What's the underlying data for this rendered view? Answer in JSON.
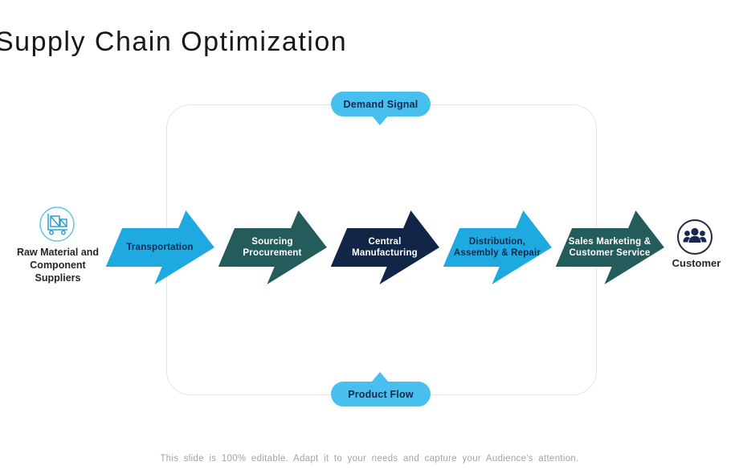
{
  "slide": {
    "title": "Supply Chain Optimization",
    "footer": "This slide is 100% editable. Adapt it to your needs and capture your Audience's attention."
  },
  "badges": {
    "top": {
      "label": "Demand Signal"
    },
    "bottom": {
      "label": "Product Flow"
    }
  },
  "endpoints": {
    "source": {
      "label": "Raw Material and\nComponent\nSuppliers",
      "icon": "hand-truck-boxes-icon"
    },
    "customer": {
      "label": "Customer",
      "icon": "people-group-icon"
    }
  },
  "flow_steps": [
    {
      "label": "Transportation",
      "color": "#1FA9E1",
      "text_color": "#14294D"
    },
    {
      "label": "Sourcing\nProcurement",
      "color": "#245C5B",
      "text_color": "#FFFFFF"
    },
    {
      "label": "Central\nManufacturing",
      "color": "#112546",
      "text_color": "#FFFFFF"
    },
    {
      "label": "Distribution,\nAssembly & Repair",
      "color": "#1FA9E1",
      "text_color": "#14294D"
    },
    {
      "label": "Sales Marketing &\nCustomer Service",
      "color": "#245C5B",
      "text_color": "#FFFFFF"
    }
  ],
  "colors": {
    "arrow_light_blue": "#1FA9E1",
    "arrow_dark_teal": "#245C5B",
    "arrow_dark_navy": "#112546",
    "badge_blue": "#47BFEF",
    "label_navy": "#14294D",
    "frame_border": "#E4E4E4",
    "footer_gray": "#A3A3A3",
    "source_icon_blue": "#2D9FD8",
    "customer_icon_navy": "#14294D"
  }
}
